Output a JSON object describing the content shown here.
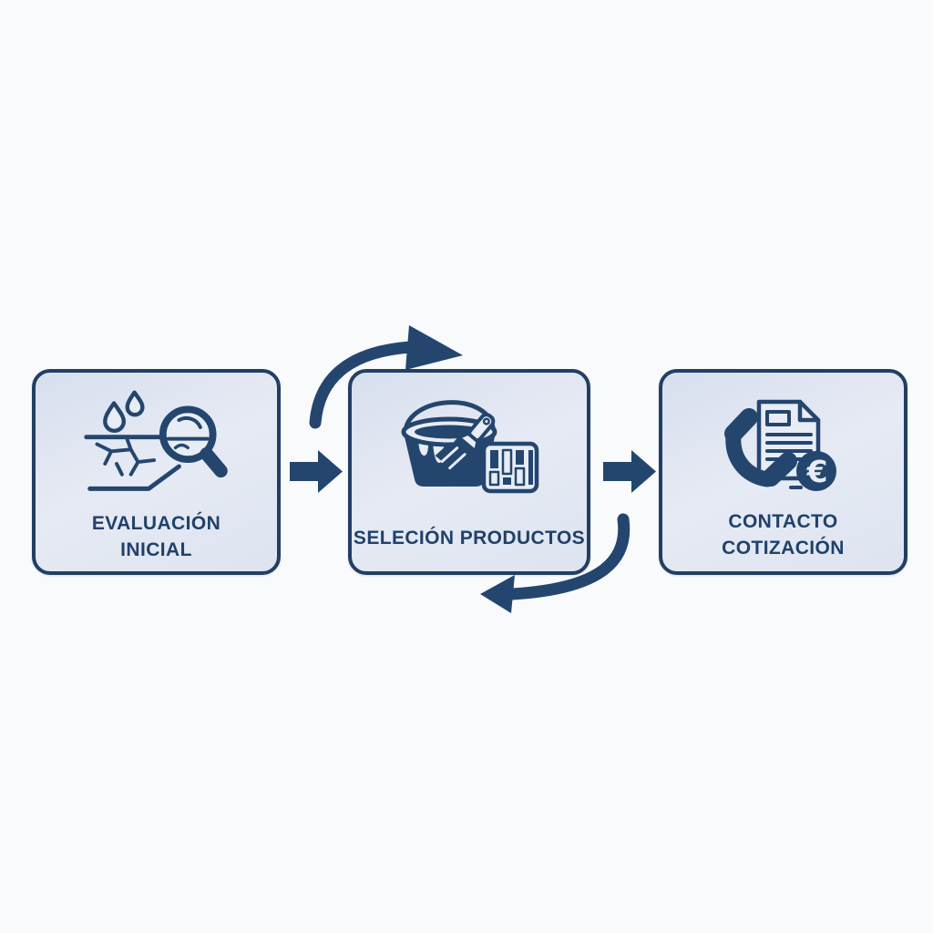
{
  "diagram": {
    "type": "flowchart",
    "direction": "left-to-right",
    "colors": {
      "background": "#f9fafc",
      "accent_navy": "#24466e",
      "box_border": "#223f63",
      "box_fill_light": "#e2e8f3",
      "label_text": "#21416a",
      "icon_light_fill": "#e7ecf5"
    },
    "steps": [
      {
        "id": "step-1",
        "label": "EVALUACIÓN\nINICIAL",
        "icon": "surface-inspection-magnifier-icon",
        "icon_description": "cracked surface with water drops under a magnifying glass"
      },
      {
        "id": "step-2",
        "label": "SELECIÓN PRODUCTOS",
        "icon": "paint-bucket-brush-swatches-icon",
        "icon_description": "paint bucket with drips, paintbrush and color swatch card"
      },
      {
        "id": "step-3",
        "label": "CONTACTO\nCOTIZACIÓN",
        "icon": "phone-document-euro-icon",
        "icon_symbol": "€",
        "icon_description": "telephone handset, quotation document and euro coin"
      }
    ],
    "connections": [
      {
        "from": "step-1",
        "to": "step-2",
        "style": "solid-right-arrow"
      },
      {
        "from": "step-2",
        "to": "step-3",
        "style": "solid-right-arrow"
      },
      {
        "from": "step-1",
        "to": "step-2",
        "style": "curved-arrow-over-top"
      },
      {
        "from": "step-2",
        "to": "step-1",
        "style": "curved-arrow-under-bottom"
      }
    ]
  }
}
